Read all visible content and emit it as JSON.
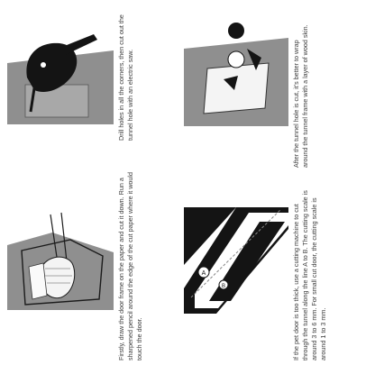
{
  "captions": {
    "step1": "Firstly, draw the door frame on the paper and cut it down. Run a sharpened pencil around the edge of the cut paper where it would touch the door.",
    "step2": "Drill holes in all the corners, then cut out the tunnel hole with an electric saw.",
    "step3": "If the pet door is too thick, use a cutting machine to cut through the tunnel along the line A to B. The cutting scale is around 3 to 6 mm. For small cut door, the cutting scale is around 1 to 3 mm.",
    "step4": "After the tunnel hole is cut, it's better to wrap around the tunnel frame with a layer of wood skin."
  },
  "labels": {
    "marker_a": "A",
    "marker_b": "B"
  },
  "colors": {
    "door_gray": "#8f8f8f",
    "dark": "#141414",
    "paper": "#fafafa",
    "text": "#3b3b3b"
  }
}
